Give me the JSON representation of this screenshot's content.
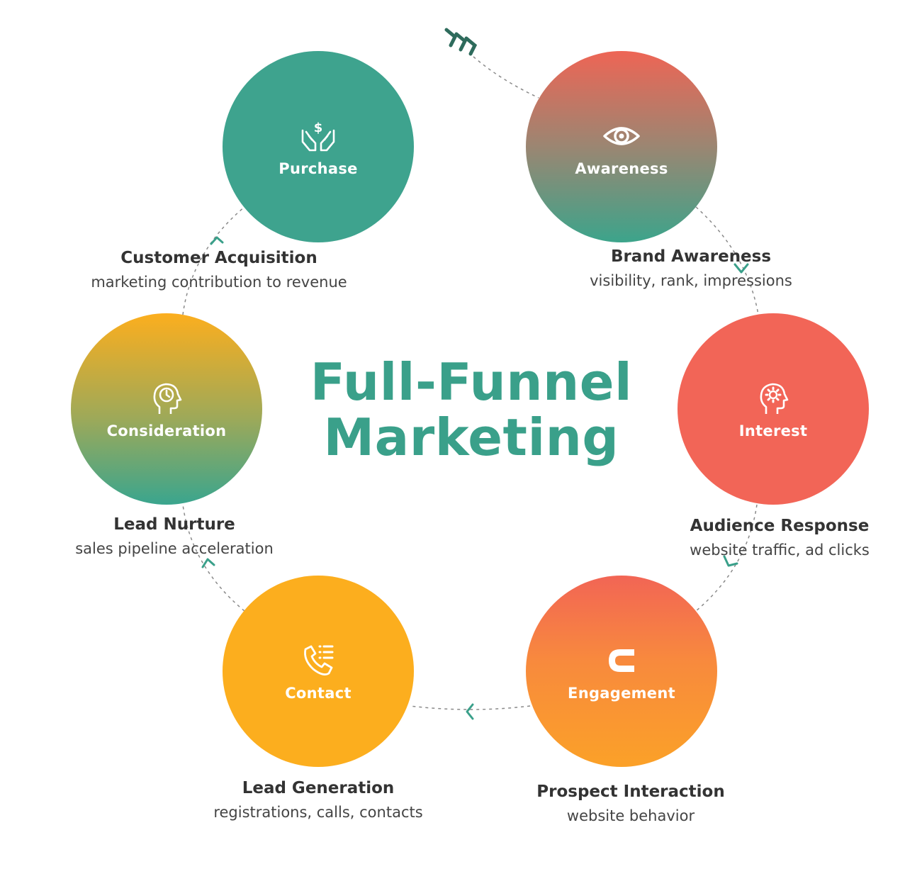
{
  "title": {
    "line1": "Full-Funnel",
    "line2": "Marketing"
  },
  "colors": {
    "teal": "#3ea38e",
    "coral": "#f26557",
    "orange": "#f88a3d",
    "amber": "#fcae1e",
    "title": "#3aa08a"
  },
  "stages": {
    "awareness": {
      "label": "Awareness",
      "icon": "eye-icon",
      "caption_title": "Brand Awareness",
      "caption_desc": "visibility, rank, impressions"
    },
    "interest": {
      "label": "Interest",
      "icon": "head-gear-icon",
      "caption_title": "Audience Response",
      "caption_desc": "website traffic, ad clicks"
    },
    "engagement": {
      "label": "Engagement",
      "icon": "magnet-icon",
      "caption_title": "Prospect Interaction",
      "caption_desc": "website behavior"
    },
    "contact": {
      "label": "Contact",
      "icon": "phone-list-icon",
      "caption_title": "Lead Generation",
      "caption_desc": "registrations, calls, contacts"
    },
    "consideration": {
      "label": "Consideration",
      "icon": "head-clock-icon",
      "caption_title": "Lead Nurture",
      "caption_desc": "sales pipeline acceleration"
    },
    "purchase": {
      "label": "Purchase",
      "icon": "hands-dollar-icon",
      "caption_title": "Customer Acquisition",
      "caption_desc": "marketing contribution to revenue"
    }
  }
}
